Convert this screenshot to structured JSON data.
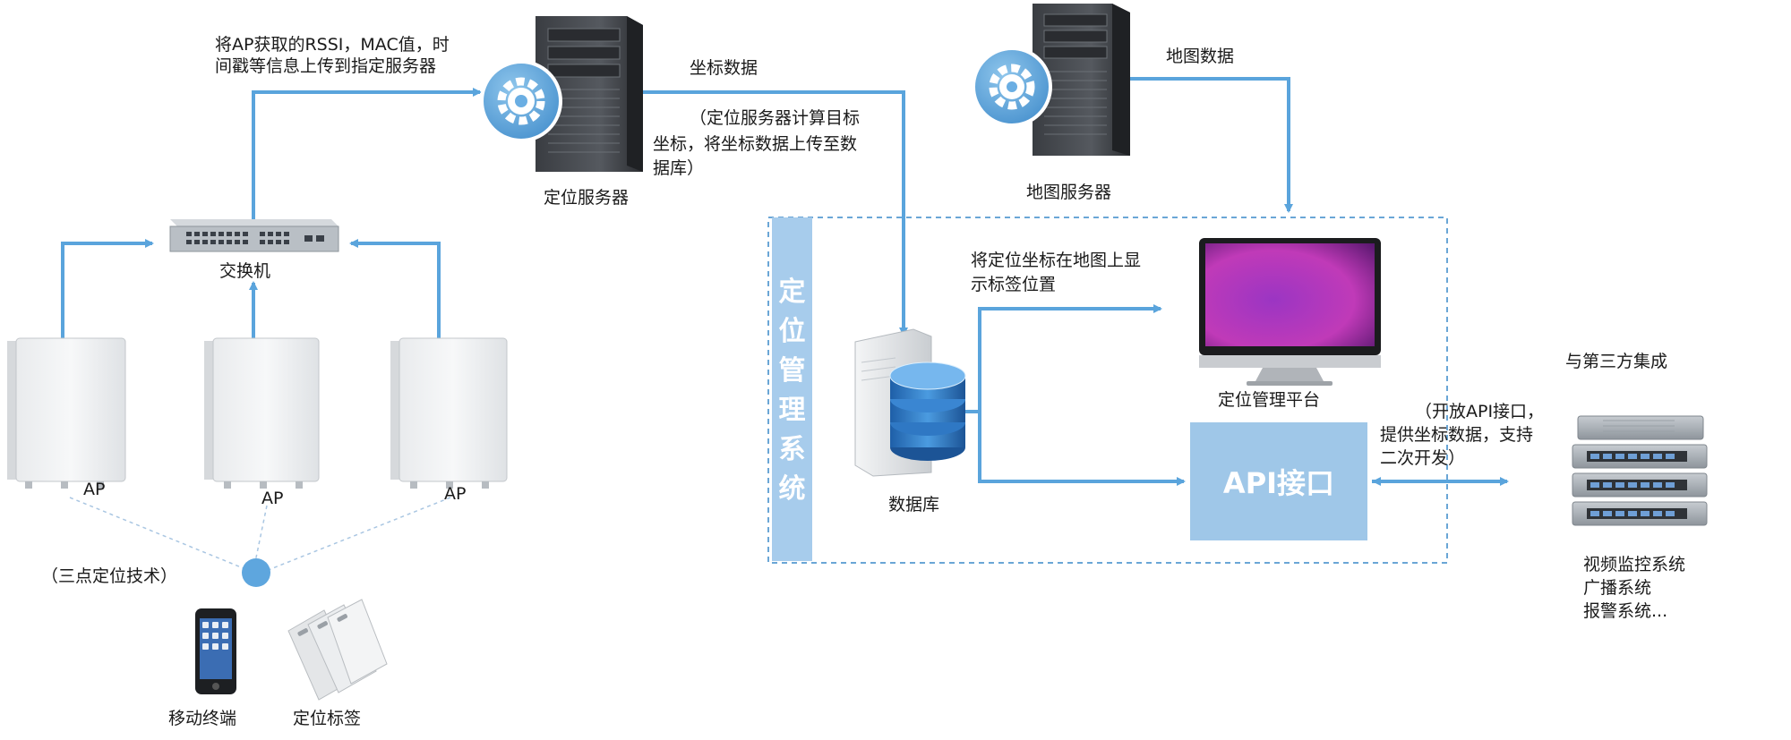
{
  "labels": {
    "upload_note_line1": "将AP获取的RSSI，MAC值，时",
    "upload_note_line2": "间戳等信息上传到指定服务器",
    "coord_data": "坐标数据",
    "server_calc_line1": "（定位服务器计算目标",
    "server_calc_line2": "坐标，将坐标数据上传至数",
    "server_calc_line3": "据库）",
    "positioning_server": "定位服务器",
    "map_data": "地图数据",
    "map_server": "地图服务器",
    "switch": "交换机",
    "ap1": "AP",
    "ap2": "AP",
    "ap3": "AP",
    "trilateration": "（三点定位技术）",
    "mobile_terminal": "移动终端",
    "positioning_tag": "定位标签",
    "system_vertical": "定\n位\n管\n理\n系\n统",
    "display_note_line1": "将定位坐标在地图上显",
    "display_note_line2": "示标签位置",
    "database": "数据库",
    "platform": "定位管理平台",
    "api": "API接口",
    "third_party": "与第三方集成",
    "api_note_line1": "（开放API接口，",
    "api_note_line2": "提供坐标数据，支持",
    "api_note_line3": "二次开发）",
    "systems_line1": "视频监控系统",
    "systems_line2": "广播系统",
    "systems_line3": "报警系统..."
  },
  "icons": {
    "gear_icon": "gear",
    "monitor_icon": "monitor",
    "database_icon": "database-cylinder",
    "server_icon": "tower-server",
    "switch_icon": "network-switch",
    "ap_icon": "access-point-panel",
    "phone_icon": "mobile-phone",
    "tag_icon": "rfid-card",
    "rack_icon": "rack-equipment"
  },
  "colors": {
    "arrow": "#5aa4dc",
    "system_bar": "#a7ccec",
    "api_box": "#9fc7e8",
    "dashed_border": "#6aa6d6",
    "monitor_screen": "#b23ac4"
  }
}
